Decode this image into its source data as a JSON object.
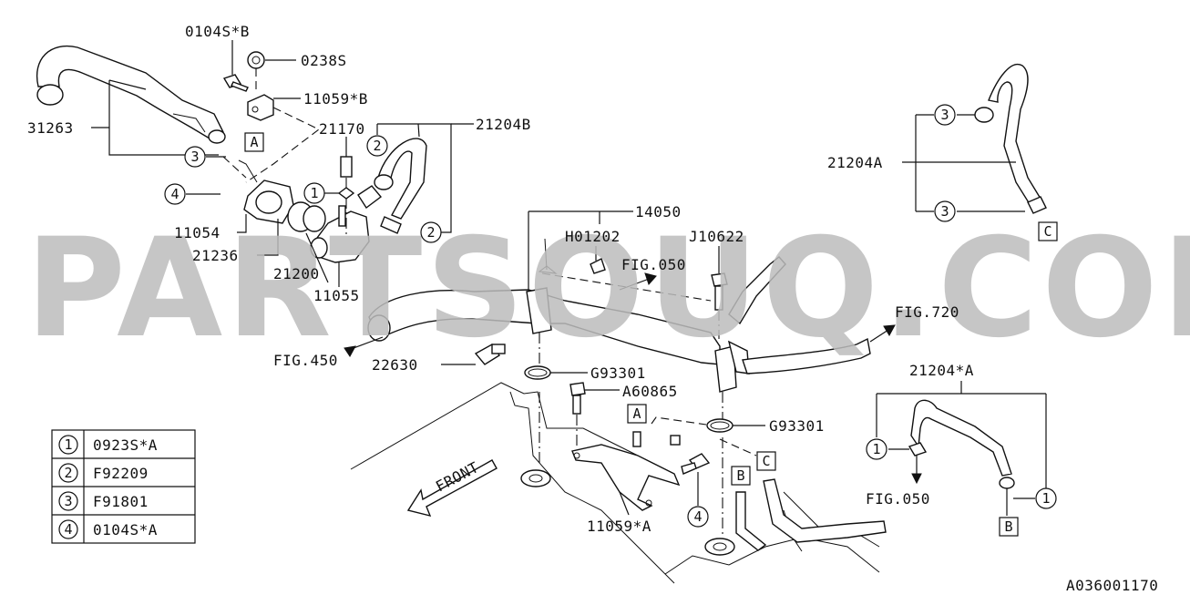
{
  "watermark": "PARTSOUQ.COM",
  "diagram_code": "A036001170",
  "part_labels": {
    "p0104S_B": "0104S*B",
    "p0238S": "0238S",
    "p11059_B": "11059*B",
    "p31263": "31263",
    "p21170": "21170",
    "p21204B": "21204B",
    "p11054": "11054",
    "p21236": "21236",
    "p21200": "21200",
    "p11055": "11055",
    "p14050": "14050",
    "pH01202": "H01202",
    "pJ10622": "J10622",
    "pFIG050_top": "FIG.050",
    "pFIG450": "FIG.450",
    "pFIG720": "FIG.720",
    "p22630": "22630",
    "pG93301_a": "G93301",
    "pA60865": "A60865",
    "pG93301_b": "G93301",
    "p21204A": "21204A",
    "p21204_A": "21204*A",
    "pFIG050_bottom": "FIG.050",
    "p11059_A": "11059*A",
    "pFRONT": "FRONT"
  },
  "markers": {
    "n1": "1",
    "n2": "2",
    "n3": "3",
    "n4": "4",
    "boxA": "A",
    "boxB": "B",
    "boxC": "C"
  },
  "legend": {
    "rows": [
      {
        "num": "1",
        "part": "0923S*A"
      },
      {
        "num": "2",
        "part": "F92209"
      },
      {
        "num": "3",
        "part": "F91801"
      },
      {
        "num": "4",
        "part": "0104S*A"
      }
    ]
  }
}
